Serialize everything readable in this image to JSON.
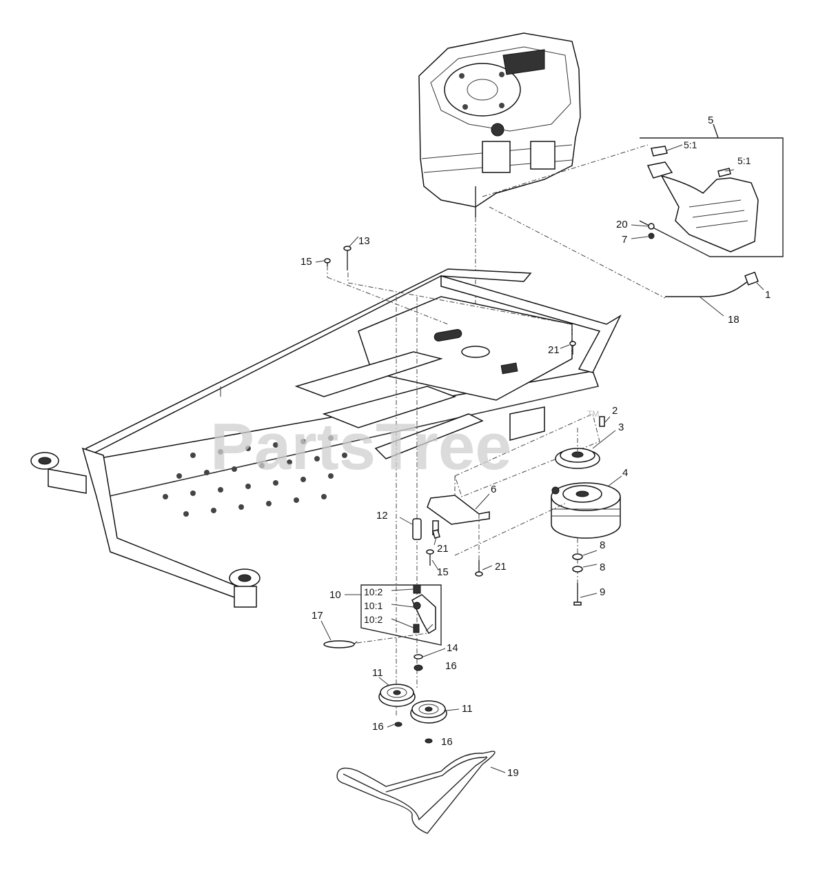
{
  "watermark": {
    "brand": "PartsTree",
    "trademark": "TM"
  },
  "callouts": [
    {
      "id": "1",
      "text": "1"
    },
    {
      "id": "2",
      "text": "2"
    },
    {
      "id": "3",
      "text": "3"
    },
    {
      "id": "4",
      "text": "4"
    },
    {
      "id": "5",
      "text": "5"
    },
    {
      "id": "5.1a",
      "text": "5:1"
    },
    {
      "id": "5.1b",
      "text": "5:1"
    },
    {
      "id": "6",
      "text": "6"
    },
    {
      "id": "7",
      "text": "7"
    },
    {
      "id": "8a",
      "text": "8"
    },
    {
      "id": "8b",
      "text": "8"
    },
    {
      "id": "9",
      "text": "9"
    },
    {
      "id": "10",
      "text": "10"
    },
    {
      "id": "10.2a",
      "text": "10:2"
    },
    {
      "id": "10.1",
      "text": "10:1"
    },
    {
      "id": "10.2b",
      "text": "10:2"
    },
    {
      "id": "11a",
      "text": "11"
    },
    {
      "id": "11b",
      "text": "11"
    },
    {
      "id": "12",
      "text": "12"
    },
    {
      "id": "13",
      "text": "13"
    },
    {
      "id": "14",
      "text": "14"
    },
    {
      "id": "15a",
      "text": "15"
    },
    {
      "id": "15b",
      "text": "15"
    },
    {
      "id": "16a",
      "text": "16"
    },
    {
      "id": "16b",
      "text": "16"
    },
    {
      "id": "16c",
      "text": "16"
    },
    {
      "id": "17",
      "text": "17"
    },
    {
      "id": "18",
      "text": "18"
    },
    {
      "id": "19",
      "text": "19"
    },
    {
      "id": "20",
      "text": "20"
    },
    {
      "id": "21a",
      "text": "21"
    },
    {
      "id": "21b",
      "text": "21"
    },
    {
      "id": "21c",
      "text": "21"
    }
  ]
}
